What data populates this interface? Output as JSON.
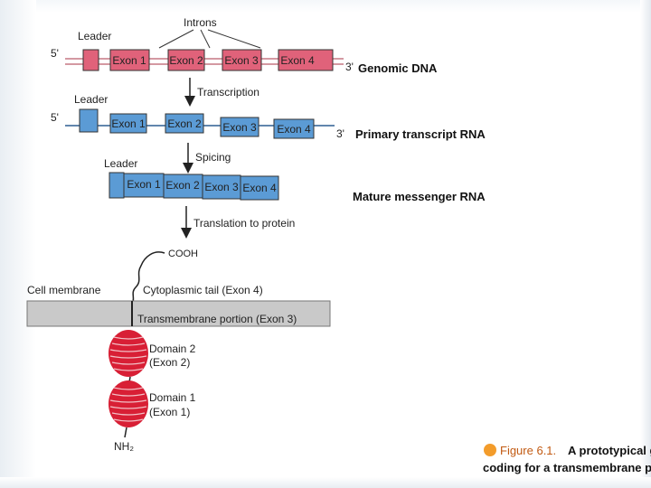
{
  "figure": {
    "number": "Figure 6.1.",
    "caption_line1": "A prototypical gene",
    "caption_line2": "coding for a transmembrane protein."
  },
  "labels": {
    "leader": "Leader",
    "introns": "Introns",
    "five_prime": "5'",
    "three_prime": "3'",
    "genomic_dna": "Genomic DNA",
    "primary_transcript": "Primary transcript RNA",
    "mature_mrna": "Mature messenger RNA",
    "transcription": "Transcription",
    "splicing": "Spicing",
    "translation": "Translation to protein",
    "cooh": "COOH",
    "nh2": "NH₂",
    "cell_membrane": "Cell membrane",
    "cytoplasmic_tail": "Cytoplasmic tail (Exon 4)",
    "transmembrane_portion": "Transmembrane portion (Exon 3)",
    "domain2_line1": "Domain 2",
    "domain2_line2": "(Exon 2)",
    "domain1_line1": "Domain 1",
    "domain1_line2": "(Exon 1)"
  },
  "exons": [
    "Exon 1",
    "Exon 2",
    "Exon 3",
    "Exon 4"
  ],
  "colors": {
    "dna_exon": "#e0627a",
    "rna_exon": "#5b9bd5",
    "membrane": "#c9c9c9",
    "domain": "#d81f35",
    "caption_bullet": "#f39c2b"
  }
}
